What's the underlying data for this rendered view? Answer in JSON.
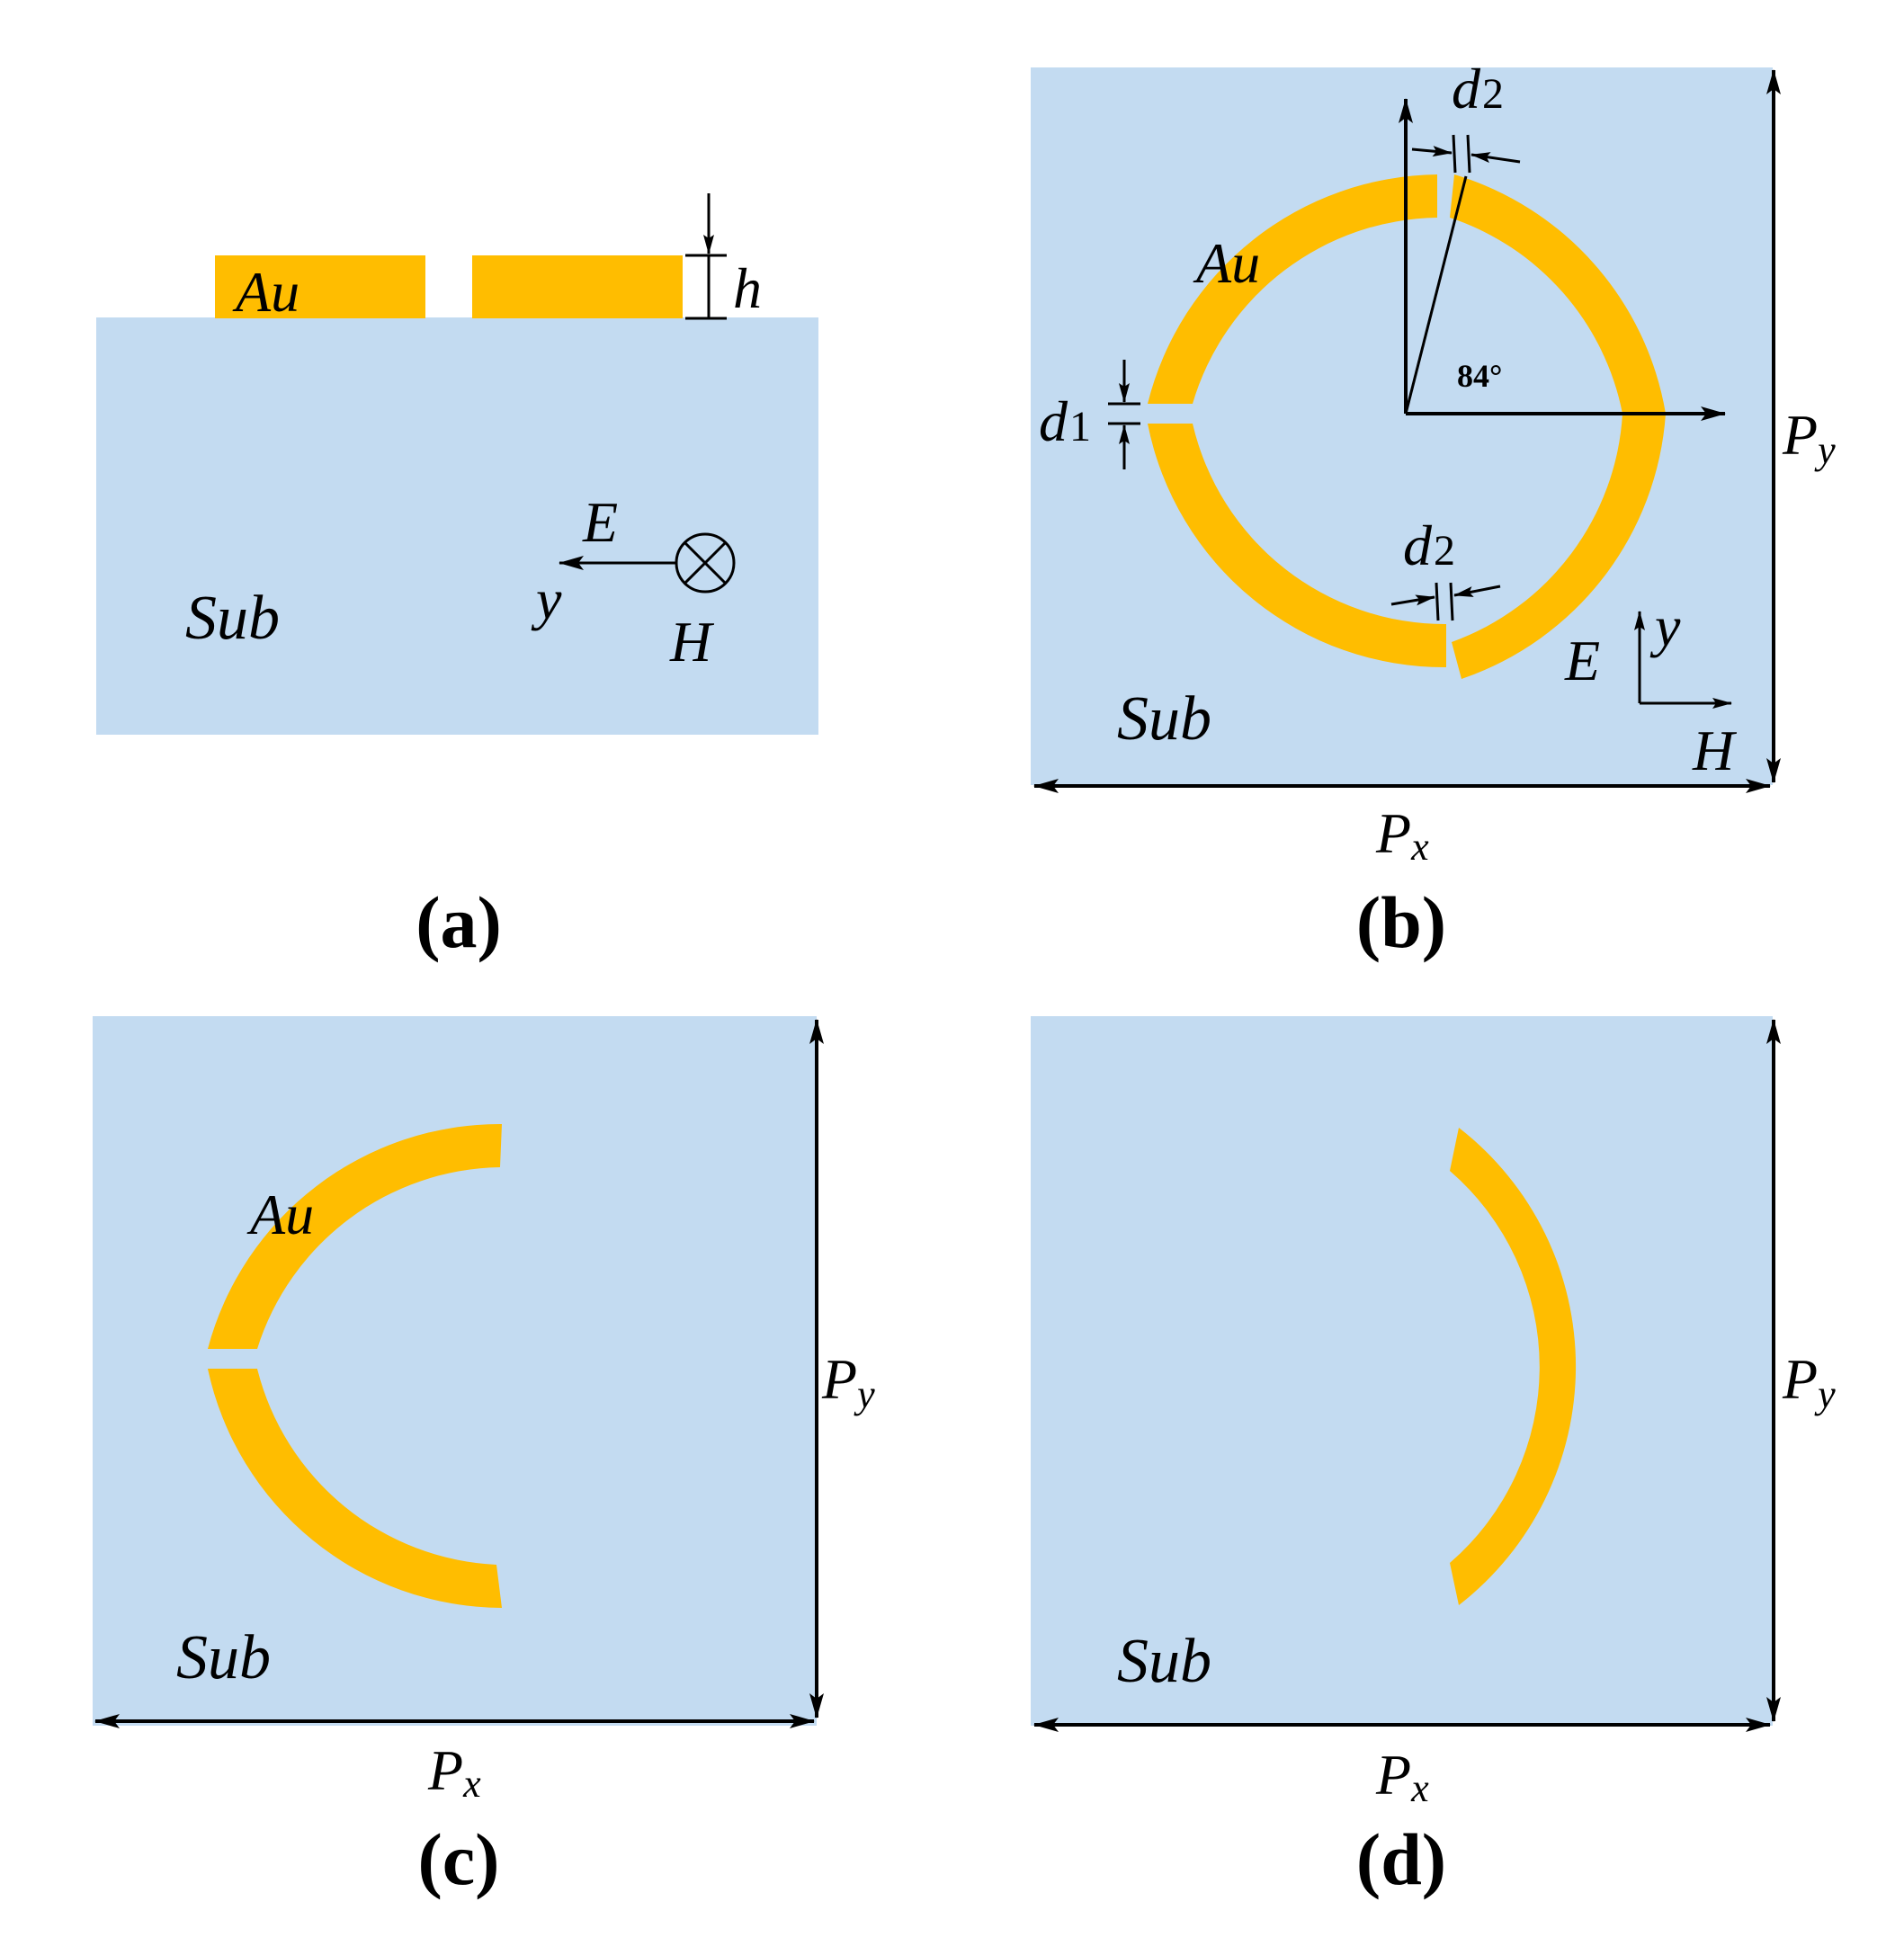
{
  "colors": {
    "substrate": "#c3dbf1",
    "gold": "#ffbd00",
    "line": "#000000"
  },
  "panels": {
    "a": {
      "caption": "(a)",
      "material_label": "Au",
      "substrate_label": "Sub",
      "thickness_label": "h",
      "e_label": "E",
      "y_label": "y",
      "h_label": "H"
    },
    "b": {
      "caption": "(b)",
      "material_label": "Au",
      "substrate_label": "Sub",
      "gap_top_label": "d",
      "gap_top_sub": "2",
      "gap_bottom_label": "d",
      "gap_bottom_sub": "2",
      "gap_left_label": "d",
      "gap_left_sub": "1",
      "angle_label": "84°",
      "px_label": "P",
      "px_sub": "x",
      "py_label": "P",
      "py_sub": "y",
      "e_label": "E",
      "y_label": "y",
      "h_label": "H"
    },
    "c": {
      "caption": "(c)",
      "material_label": "Au",
      "substrate_label": "Sub",
      "px_label": "P",
      "px_sub": "x",
      "py_label": "P",
      "py_sub": "y"
    },
    "d": {
      "caption": "(d)",
      "substrate_label": "Sub",
      "px_label": "P",
      "px_sub": "x",
      "py_label": "P",
      "py_sub": "y"
    }
  }
}
